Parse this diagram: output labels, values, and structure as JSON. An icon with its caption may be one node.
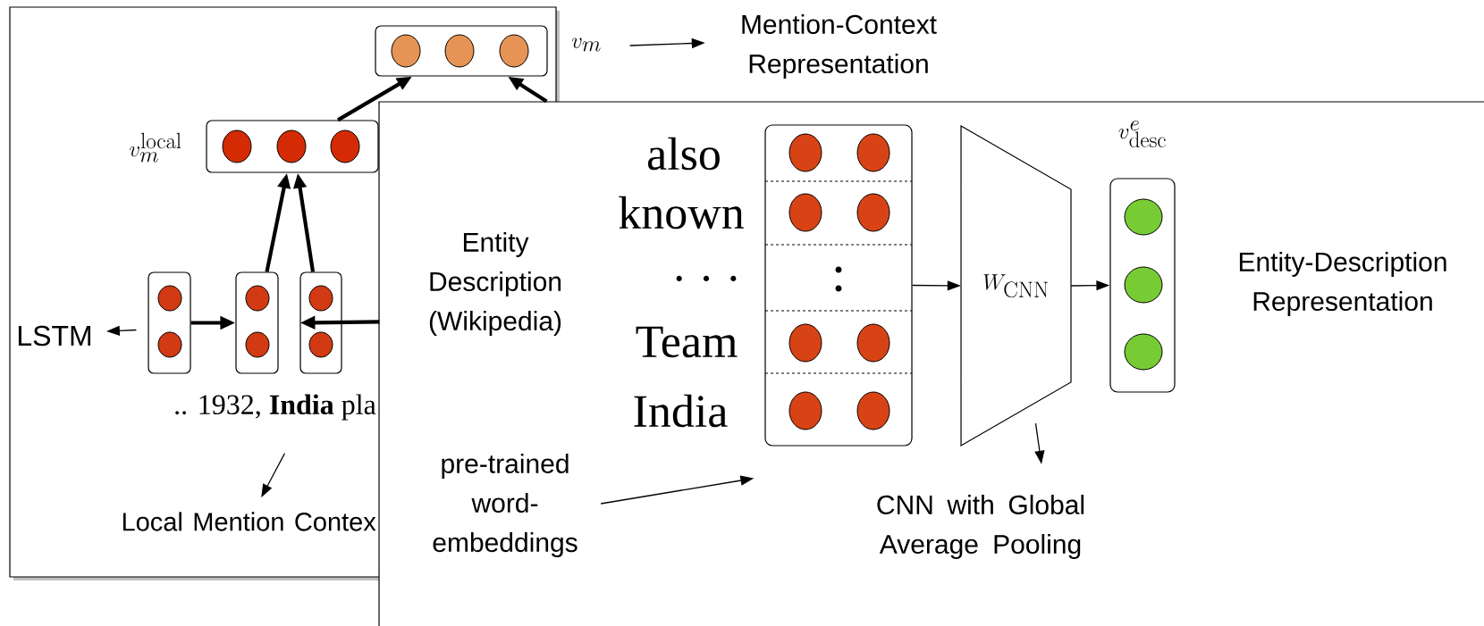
{
  "diagram": {
    "nodes": [
      {
        "text": [],
        "shape": "box"
      },
      {
        "text": [],
        "shape": "box",
        "beside": [
          "v_m"
        ],
        "in": 0
      },
      {
        "text": [
          "Mention-Context Representation"
        ]
      },
      {
        "text": [],
        "shape": "box",
        "beside": [
          "v_m^{\\mathrm{local}}"
        ],
        "in": 0
      },
      {
        "text": [],
        "shape": "box",
        "in": 0
      },
      {
        "text": [],
        "shape": "box",
        "in": 0
      },
      {
        "text": [],
        "shape": "box",
        "in": 0
      },
      {
        "text": [
          "LSTM"
        ],
        "in": 0
      },
      {
        "text": [
          ".. 1932, **India** pla"
        ],
        "in": 0
      },
      {
        "text": [
          "Local Mention Contex"
        ],
        "in": 0
      },
      {
        "text": [],
        "shape": "box"
      },
      {
        "text": [
          "Entity Description (Wikipedia)"
        ]
      },
      {
        "text": [],
        "shape": "box",
        "beside": [
          "also",
          "known",
          "· · ·",
          "Team",
          "India"
        ],
        "in": 10
      },
      {
        "text": [
          "W_{\\mathrm{CNN}}"
        ],
        "in": 10
      },
      {
        "text": [],
        "shape": "box",
        "beside": [
          "v^{e}_{\\mathrm{desc}}"
        ],
        "in": 10
      },
      {
        "text": [
          "Entity-Description Representation"
        ],
        "in": 10
      },
      {
        "text": [
          "pre-trained word- embeddings"
        ],
        "in": 10
      },
      {
        "text": [
          "CNN with Global Average Pooling"
        ],
        "in": 10
      }
    ],
    "edges": [
      {
        "from": 1,
        "to": 2,
        "arrow": "to"
      },
      {
        "from": 3,
        "to": 1,
        "arrow": "to",
        "style": "thick"
      },
      {
        "from": 10,
        "to": 1,
        "arrow": "to",
        "style": "thick"
      },
      {
        "from": 4,
        "to": 5,
        "arrow": "to",
        "style": "thick"
      },
      {
        "from": 10,
        "to": 6,
        "arrow": "to",
        "style": "thick"
      },
      {
        "from": 5,
        "to": 3,
        "arrow": "to",
        "style": "thick"
      },
      {
        "from": 6,
        "to": 3,
        "arrow": "to",
        "style": "thick"
      },
      {
        "from": 4,
        "to": 7,
        "arrow": "to"
      },
      {
        "from": 8,
        "to": 9,
        "arrow": "to"
      },
      {
        "from": 12,
        "to": 13,
        "arrow": "to"
      },
      {
        "from": 13,
        "to": 14,
        "arrow": "to"
      },
      {
        "from": 16,
        "to": 12,
        "arrow": "to"
      },
      {
        "from": 13,
        "to": 17,
        "arrow": "to"
      }
    ]
  }
}
